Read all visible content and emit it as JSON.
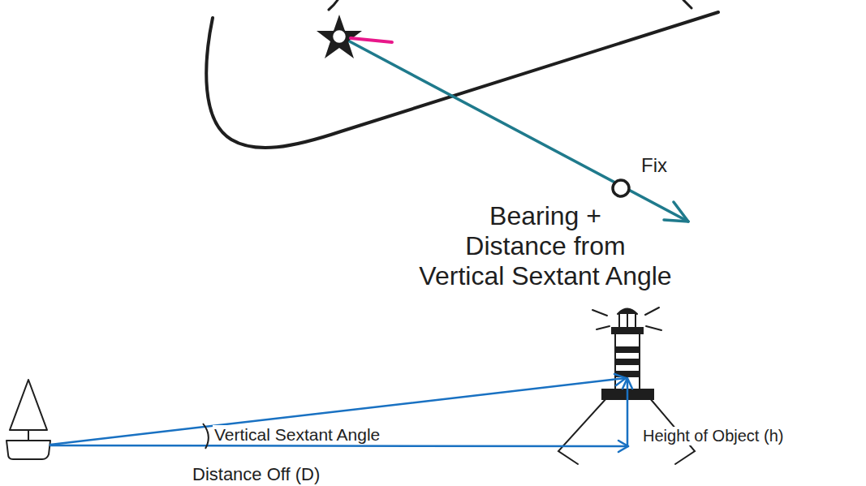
{
  "diagram": {
    "labels": [
      "Fix",
      "Bearing + Distance from Vertical Sextant Angle",
      "Vertical Sextant Angle",
      "Height of Object (h)",
      "Distance Off (D)"
    ]
  }
}
